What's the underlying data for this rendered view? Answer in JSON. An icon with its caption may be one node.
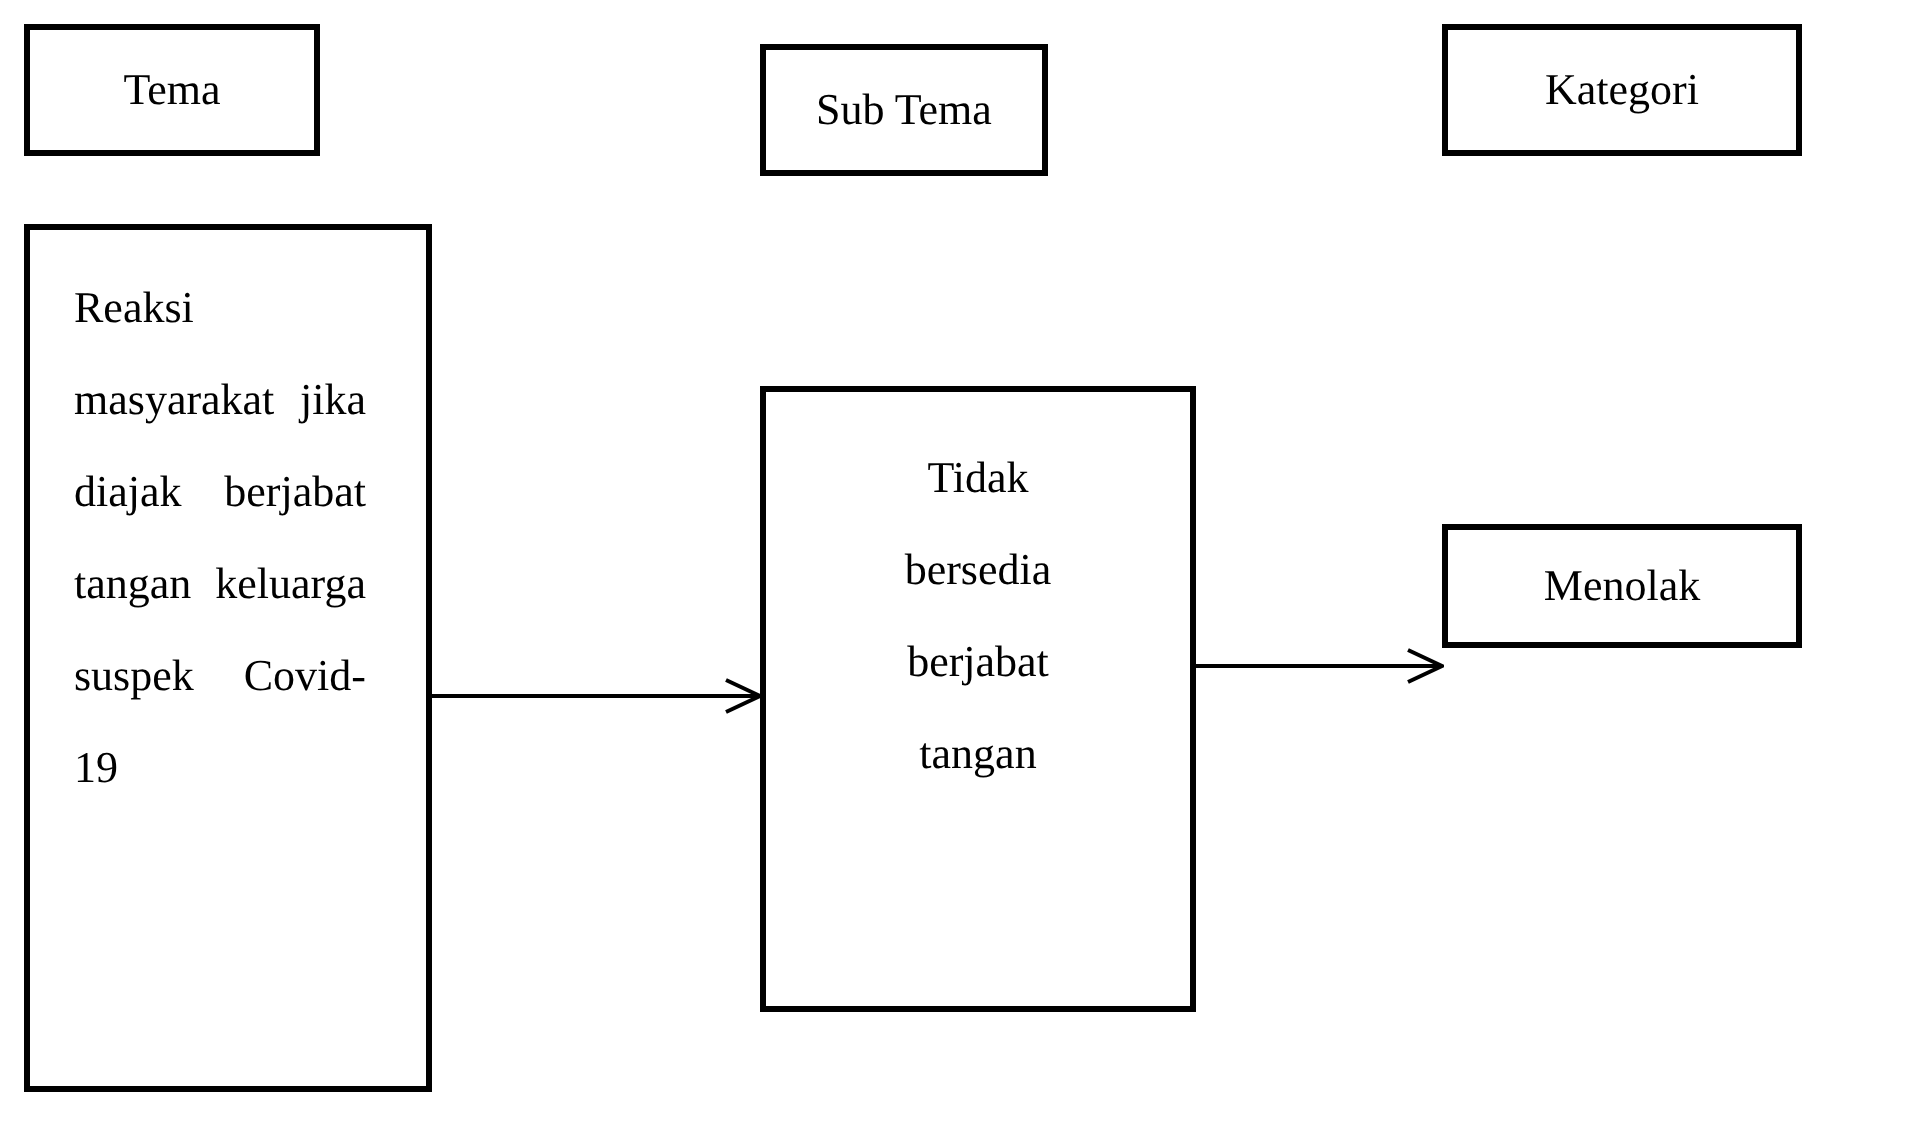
{
  "diagram": {
    "nodes": [
      {
        "text": [
          "Tema"
        ]
      },
      {
        "text": [
          "Sub Tema"
        ]
      },
      {
        "text": [
          "Kategori"
        ]
      },
      {
        "text": [
          "Reaksi masyarakat jika diajak berjabat tangan keluarga suspek Covid-19"
        ]
      },
      {
        "text": [
          "Tidak bersedia berjabat tangan"
        ]
      },
      {
        "text": [
          "Menolak"
        ]
      }
    ],
    "edges": [
      {
        "from": 3,
        "to": 4,
        "arrow": "to"
      },
      {
        "from": 4,
        "to": 5,
        "arrow": "to"
      }
    ]
  }
}
